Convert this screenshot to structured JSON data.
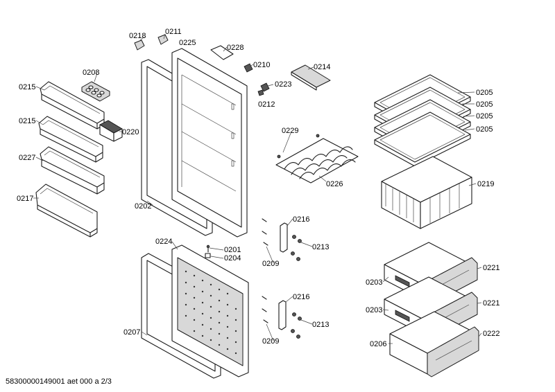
{
  "footer": "58300000149001 aet 000 a 2/3",
  "labels": {
    "l0218": "0218",
    "l0211": "0211",
    "l0225": "0225",
    "l0228": "0228",
    "l0210": "0210",
    "l0214": "0214",
    "l0208": "0208",
    "l0215a": "0215",
    "l0223": "0223",
    "l0212": "0212",
    "l0215b": "0215",
    "l0220": "0220",
    "l0229": "0229",
    "l0227": "0227",
    "l0226": "0226",
    "l0217": "0217",
    "l0202": "0202",
    "l0216a": "0216",
    "l0213a": "0213",
    "l0224": "0224",
    "l0201": "0201",
    "l0204": "0204",
    "l0209a": "0209",
    "l0216b": "0216",
    "l0213b": "0213",
    "l0207": "0207",
    "l0209b": "0209",
    "l0205a": "0205",
    "l0205b": "0205",
    "l0205c": "0205",
    "l0205d": "0205",
    "l0219": "0219",
    "l0221a": "0221",
    "l0203a": "0203",
    "l0221b": "0221",
    "l0203b": "0203",
    "l0206": "0206",
    "l0222": "0222"
  }
}
